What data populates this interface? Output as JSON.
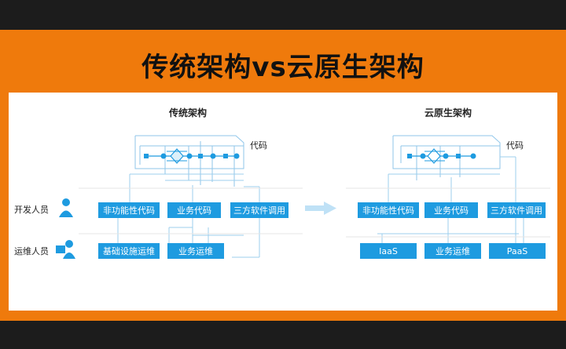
{
  "title": "传统架构vs云原生架构",
  "diagram": {
    "left": {
      "heading": "传统架构",
      "code_label": "代码",
      "boxes": [
        "非功能性代码",
        "业务代码",
        "三方软件调用",
        "基础设施运维",
        "业务运维"
      ]
    },
    "right": {
      "heading": "云原生架构",
      "code_label": "代码",
      "boxes": [
        "非功能性代码",
        "业务代码",
        "三方软件调用",
        "IaaS",
        "业务运维",
        "PaaS"
      ]
    },
    "roles": {
      "dev": "开发人员",
      "ops": "运维人员"
    },
    "colors": {
      "accent": "#1e9be0",
      "line": "#9ccfee",
      "orange": "#ef7a0c",
      "dark": "#1c1c1c"
    }
  }
}
